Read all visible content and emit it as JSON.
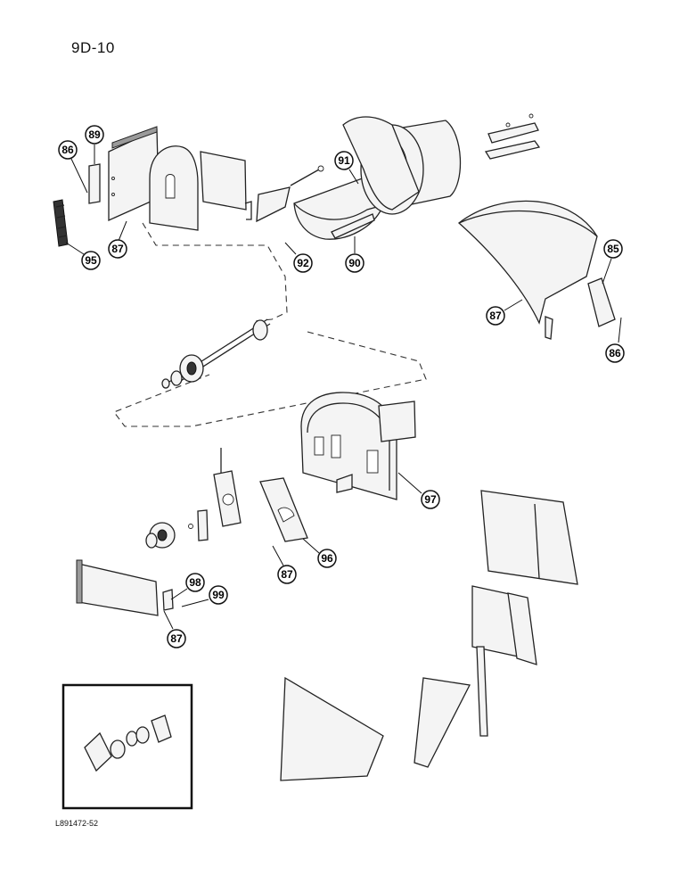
{
  "page": {
    "title": "9D-10",
    "footer_code": "L891472-52"
  },
  "callouts": [
    {
      "id": "c86a",
      "label": "86"
    },
    {
      "id": "c89",
      "label": "89"
    },
    {
      "id": "c87a",
      "label": "87"
    },
    {
      "id": "c95",
      "label": "95"
    },
    {
      "id": "c91",
      "label": "91"
    },
    {
      "id": "c92",
      "label": "92"
    },
    {
      "id": "c90",
      "label": "90"
    },
    {
      "id": "c85",
      "label": "85"
    },
    {
      "id": "c87b",
      "label": "87"
    },
    {
      "id": "c86b",
      "label": "86"
    },
    {
      "id": "c97",
      "label": "97"
    },
    {
      "id": "c96",
      "label": "96"
    },
    {
      "id": "c87c",
      "label": "87"
    },
    {
      "id": "c98",
      "label": "98"
    },
    {
      "id": "c99",
      "label": "99"
    },
    {
      "id": "c87d",
      "label": "87"
    }
  ]
}
